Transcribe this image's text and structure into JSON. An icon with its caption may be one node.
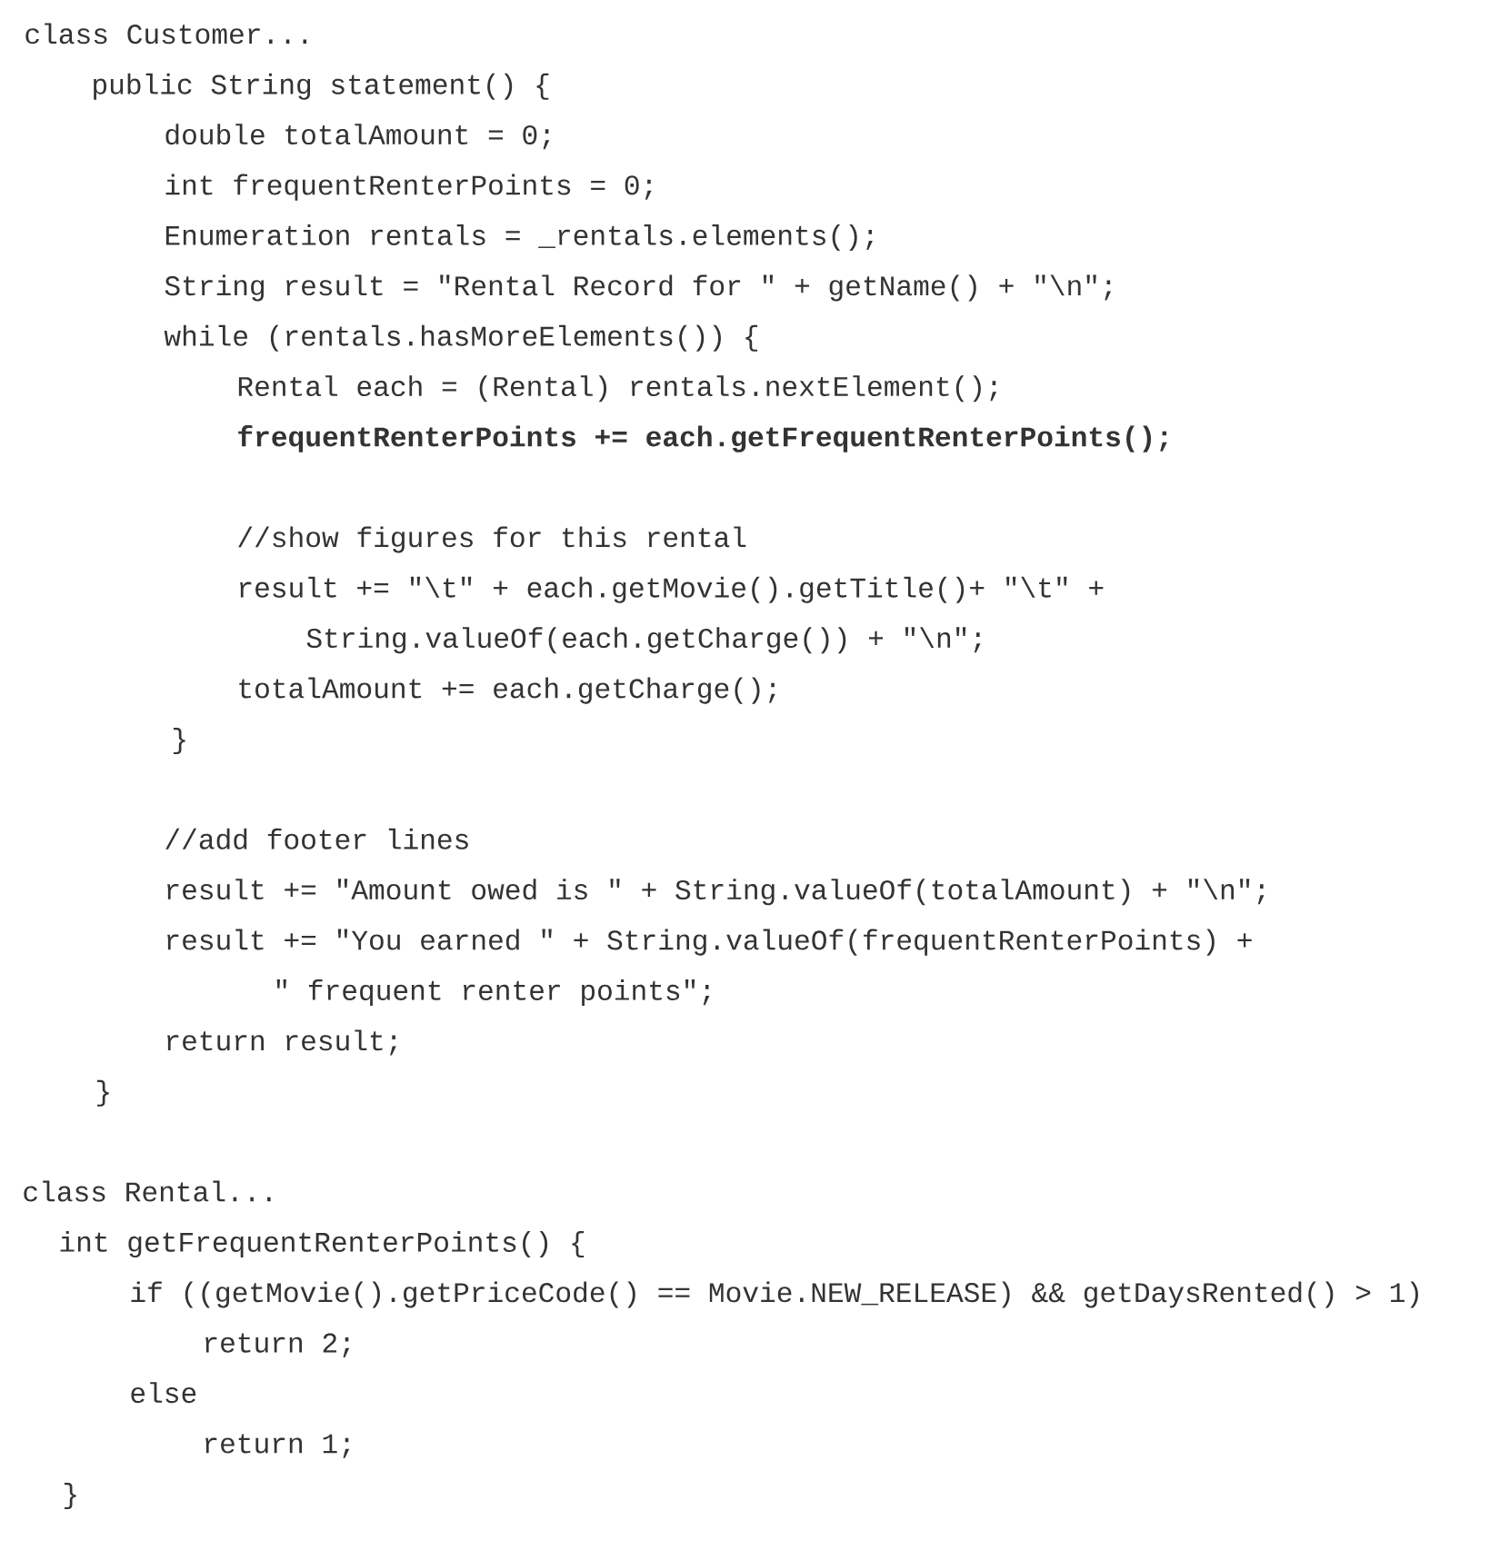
{
  "diagram": {
    "labels": [
      "class Customer...",
      "public String statement() {",
      "double totalAmount = 0;",
      "int frequentRenterPoints = 0;",
      "Enumeration rentals = _rentals.elements();",
      "String result = \"Rental Record for \" + getName() + \"\\n\";",
      "while (rentals.hasMoreElements()) {",
      "Rental each = (Rental) rentals.nextElement();",
      "frequentRenterPoints += each.getFrequentRenterPoints();",
      "//show figures for this rental",
      "result += \"\\t\" + each.getMovie().getTitle()+ \"\\t\" +",
      "String.valueOf(each.getCharge()) + \"\\n\";",
      "totalAmount += each.getCharge();",
      "}",
      "//add footer lines",
      "result += \"Amount owed is \" + String.valueOf(totalAmount) + \"\\n\";",
      "result += \"You earned \" + String.valueOf(frequentRenterPoints) +",
      "\" frequent renter points\";",
      "return result;",
      "}",
      "class Rental...",
      "int getFrequentRenterPoints() {",
      "if ((getMovie().getPriceCode() == Movie.NEW_RELEASE) && getDaysRented() > 1)",
      "return 2;",
      "else",
      "return 1;",
      "}"
    ]
  }
}
